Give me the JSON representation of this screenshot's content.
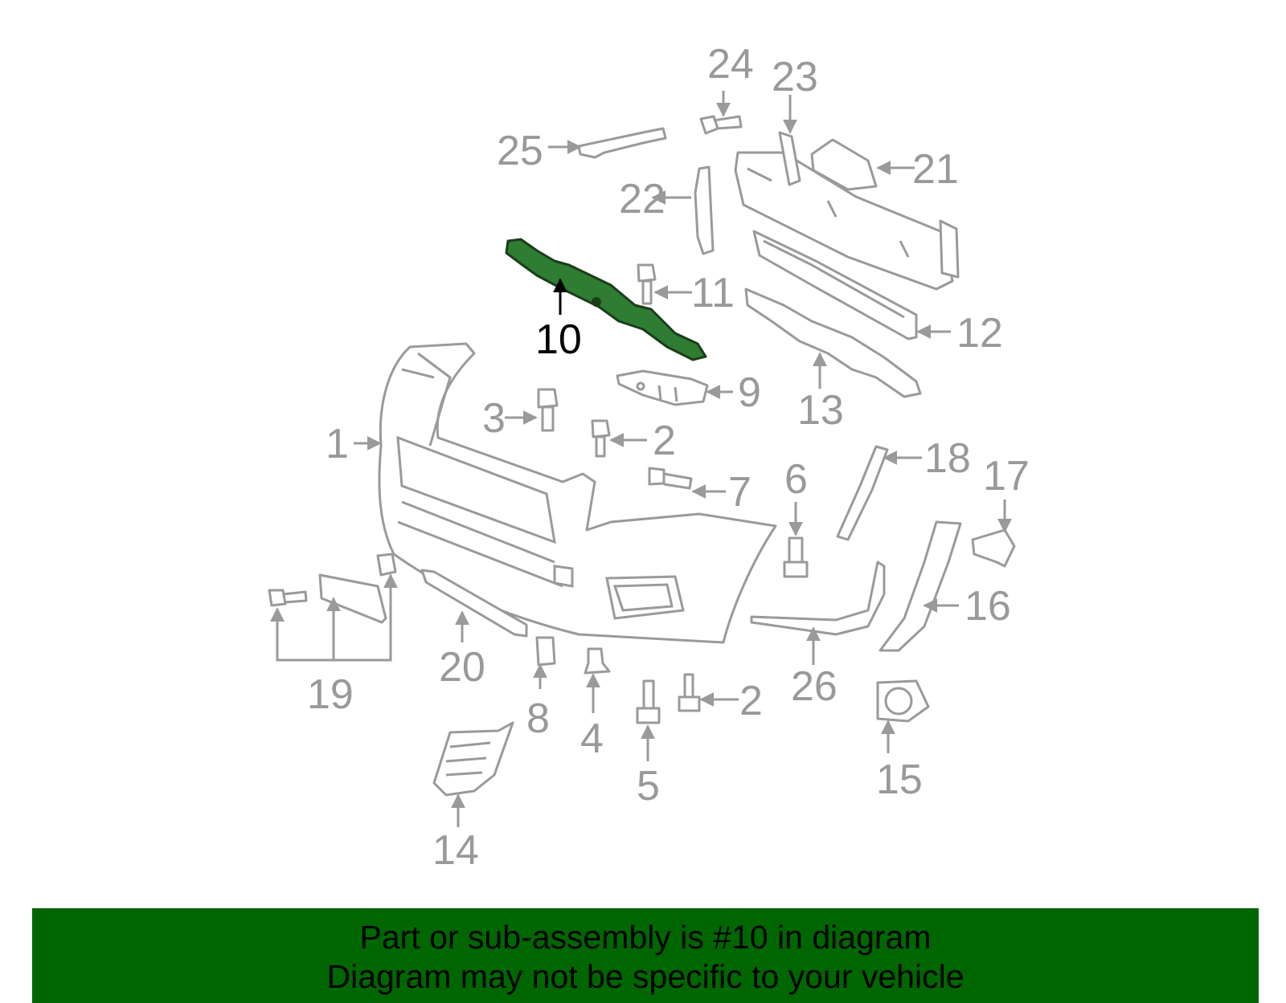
{
  "diagram": {
    "highlighted_part": "10",
    "callouts": [
      "1",
      "2",
      "3",
      "4",
      "5",
      "6",
      "7",
      "8",
      "9",
      "10",
      "11",
      "12",
      "13",
      "14",
      "15",
      "16",
      "17",
      "18",
      "19",
      "20",
      "21",
      "22",
      "23",
      "24",
      "25",
      "26",
      "2"
    ]
  },
  "footer": {
    "line1": "Part or sub-assembly is #10 in diagram",
    "line2": "Diagram may not be specific to your vehicle"
  },
  "colors": {
    "footer_bg": "#006600",
    "highlight_part": "#2e7d32",
    "lines": "#9a9a9a"
  }
}
